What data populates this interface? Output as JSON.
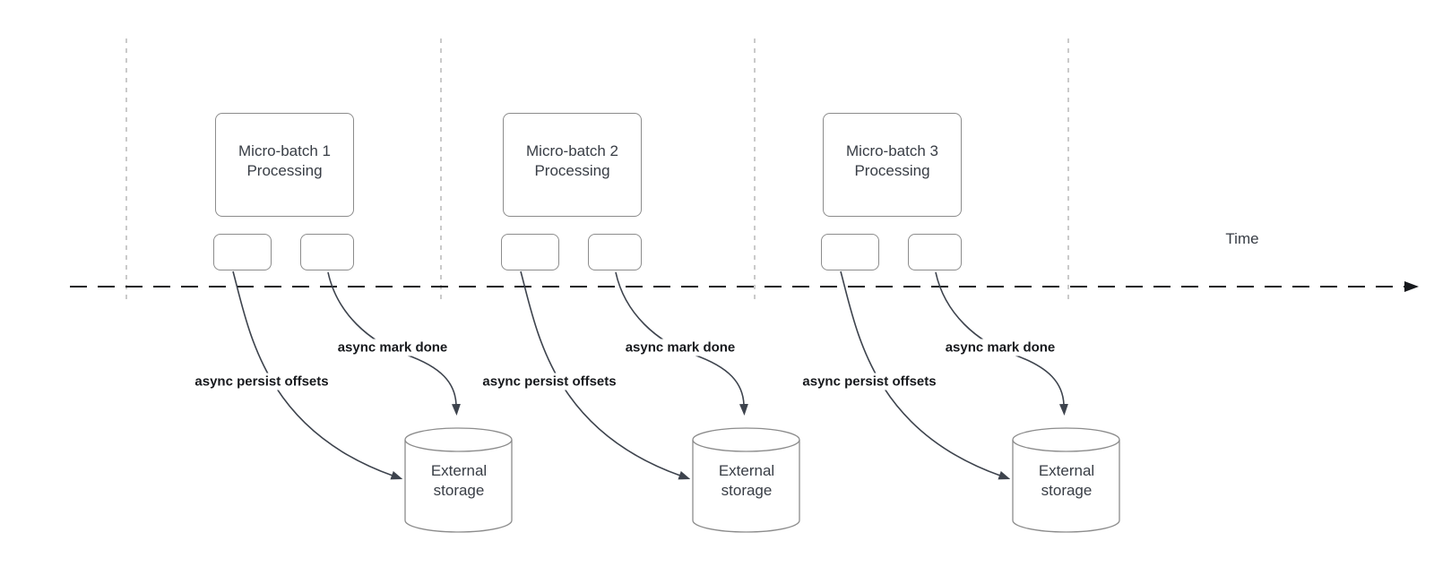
{
  "diagram": {
    "time_axis_label": "Time",
    "batches": [
      {
        "name": "Micro-batch 1\nProcessing",
        "persist_label": "async persist offsets",
        "done_label": "async mark done",
        "storage_label": "External\nstorage"
      },
      {
        "name": "Micro-batch 2\nProcessing",
        "persist_label": "async persist offsets",
        "done_label": "async mark done",
        "storage_label": "External\nstorage"
      },
      {
        "name": "Micro-batch 3\nProcessing",
        "persist_label": "async persist offsets",
        "done_label": "async mark done",
        "storage_label": "External\nstorage"
      }
    ],
    "colors": {
      "background": "#ffffff",
      "shape_border": "#8c8c8c",
      "shape_text": "#383d45",
      "edge_stroke": "#3d434d",
      "edge_label_text": "#17191d",
      "timeline_stroke": "#17191d",
      "guide_stroke": "#adadad"
    }
  }
}
